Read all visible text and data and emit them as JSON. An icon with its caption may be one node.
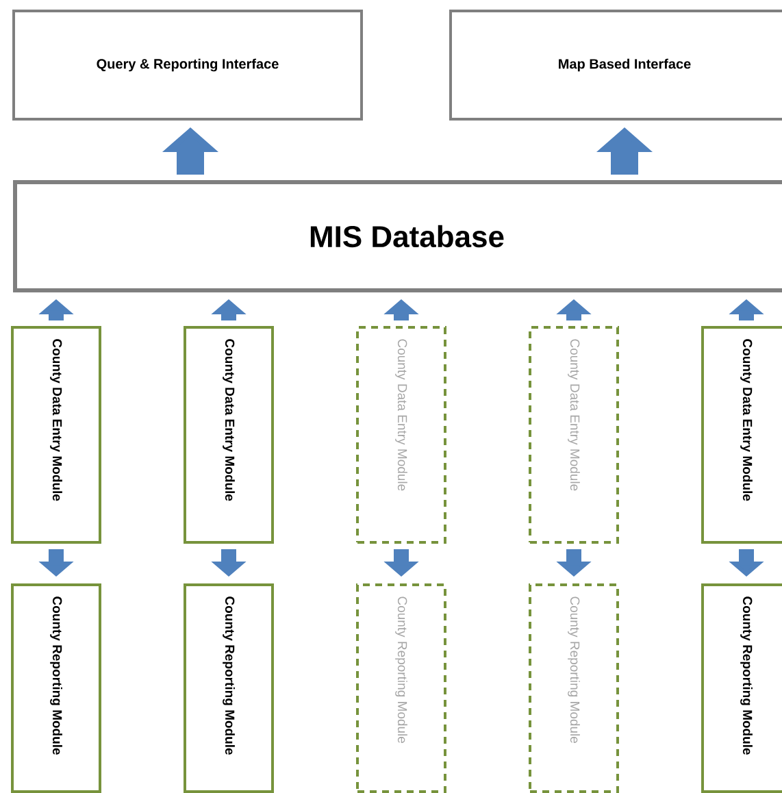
{
  "diagram": {
    "nodes": [
      {
        "text": [
          "Query & Reporting  Interface"
        ]
      },
      {
        "text": [
          "Map Based Interface"
        ]
      },
      {
        "text": [
          "MIS Database"
        ]
      },
      {
        "text": [
          "County Data Entry Module"
        ]
      },
      {
        "text": [
          "County Data Entry Module"
        ]
      },
      {
        "text": [
          "County Data Entry Module"
        ]
      },
      {
        "text": [
          "County Data Entry Module"
        ]
      },
      {
        "text": [
          "County Data Entry Module"
        ]
      },
      {
        "text": [
          "County Reporting Module"
        ]
      },
      {
        "text": [
          "County Reporting Module"
        ]
      },
      {
        "text": [
          "County Reporting Module"
        ]
      },
      {
        "text": [
          "County Reporting Module"
        ]
      },
      {
        "text": [
          "County Reporting Module"
        ]
      }
    ],
    "edges": [
      {
        "from": 2,
        "to": 0,
        "arrow": "to",
        "style": "thick"
      },
      {
        "from": 2,
        "to": 1,
        "arrow": "to",
        "style": "thick"
      },
      {
        "from": 3,
        "to": 2,
        "arrow": "to"
      },
      {
        "from": 4,
        "to": 2,
        "arrow": "to"
      },
      {
        "from": 5,
        "to": 2,
        "arrow": "to"
      },
      {
        "from": 6,
        "to": 2,
        "arrow": "to"
      },
      {
        "from": 7,
        "to": 2,
        "arrow": "to"
      },
      {
        "from": 3,
        "to": 8,
        "arrow": "to"
      },
      {
        "from": 4,
        "to": 9,
        "arrow": "to"
      },
      {
        "from": 5,
        "to": 10,
        "arrow": "to"
      },
      {
        "from": 6,
        "to": 11,
        "arrow": "to"
      },
      {
        "from": 7,
        "to": 12,
        "arrow": "to"
      }
    ]
  }
}
